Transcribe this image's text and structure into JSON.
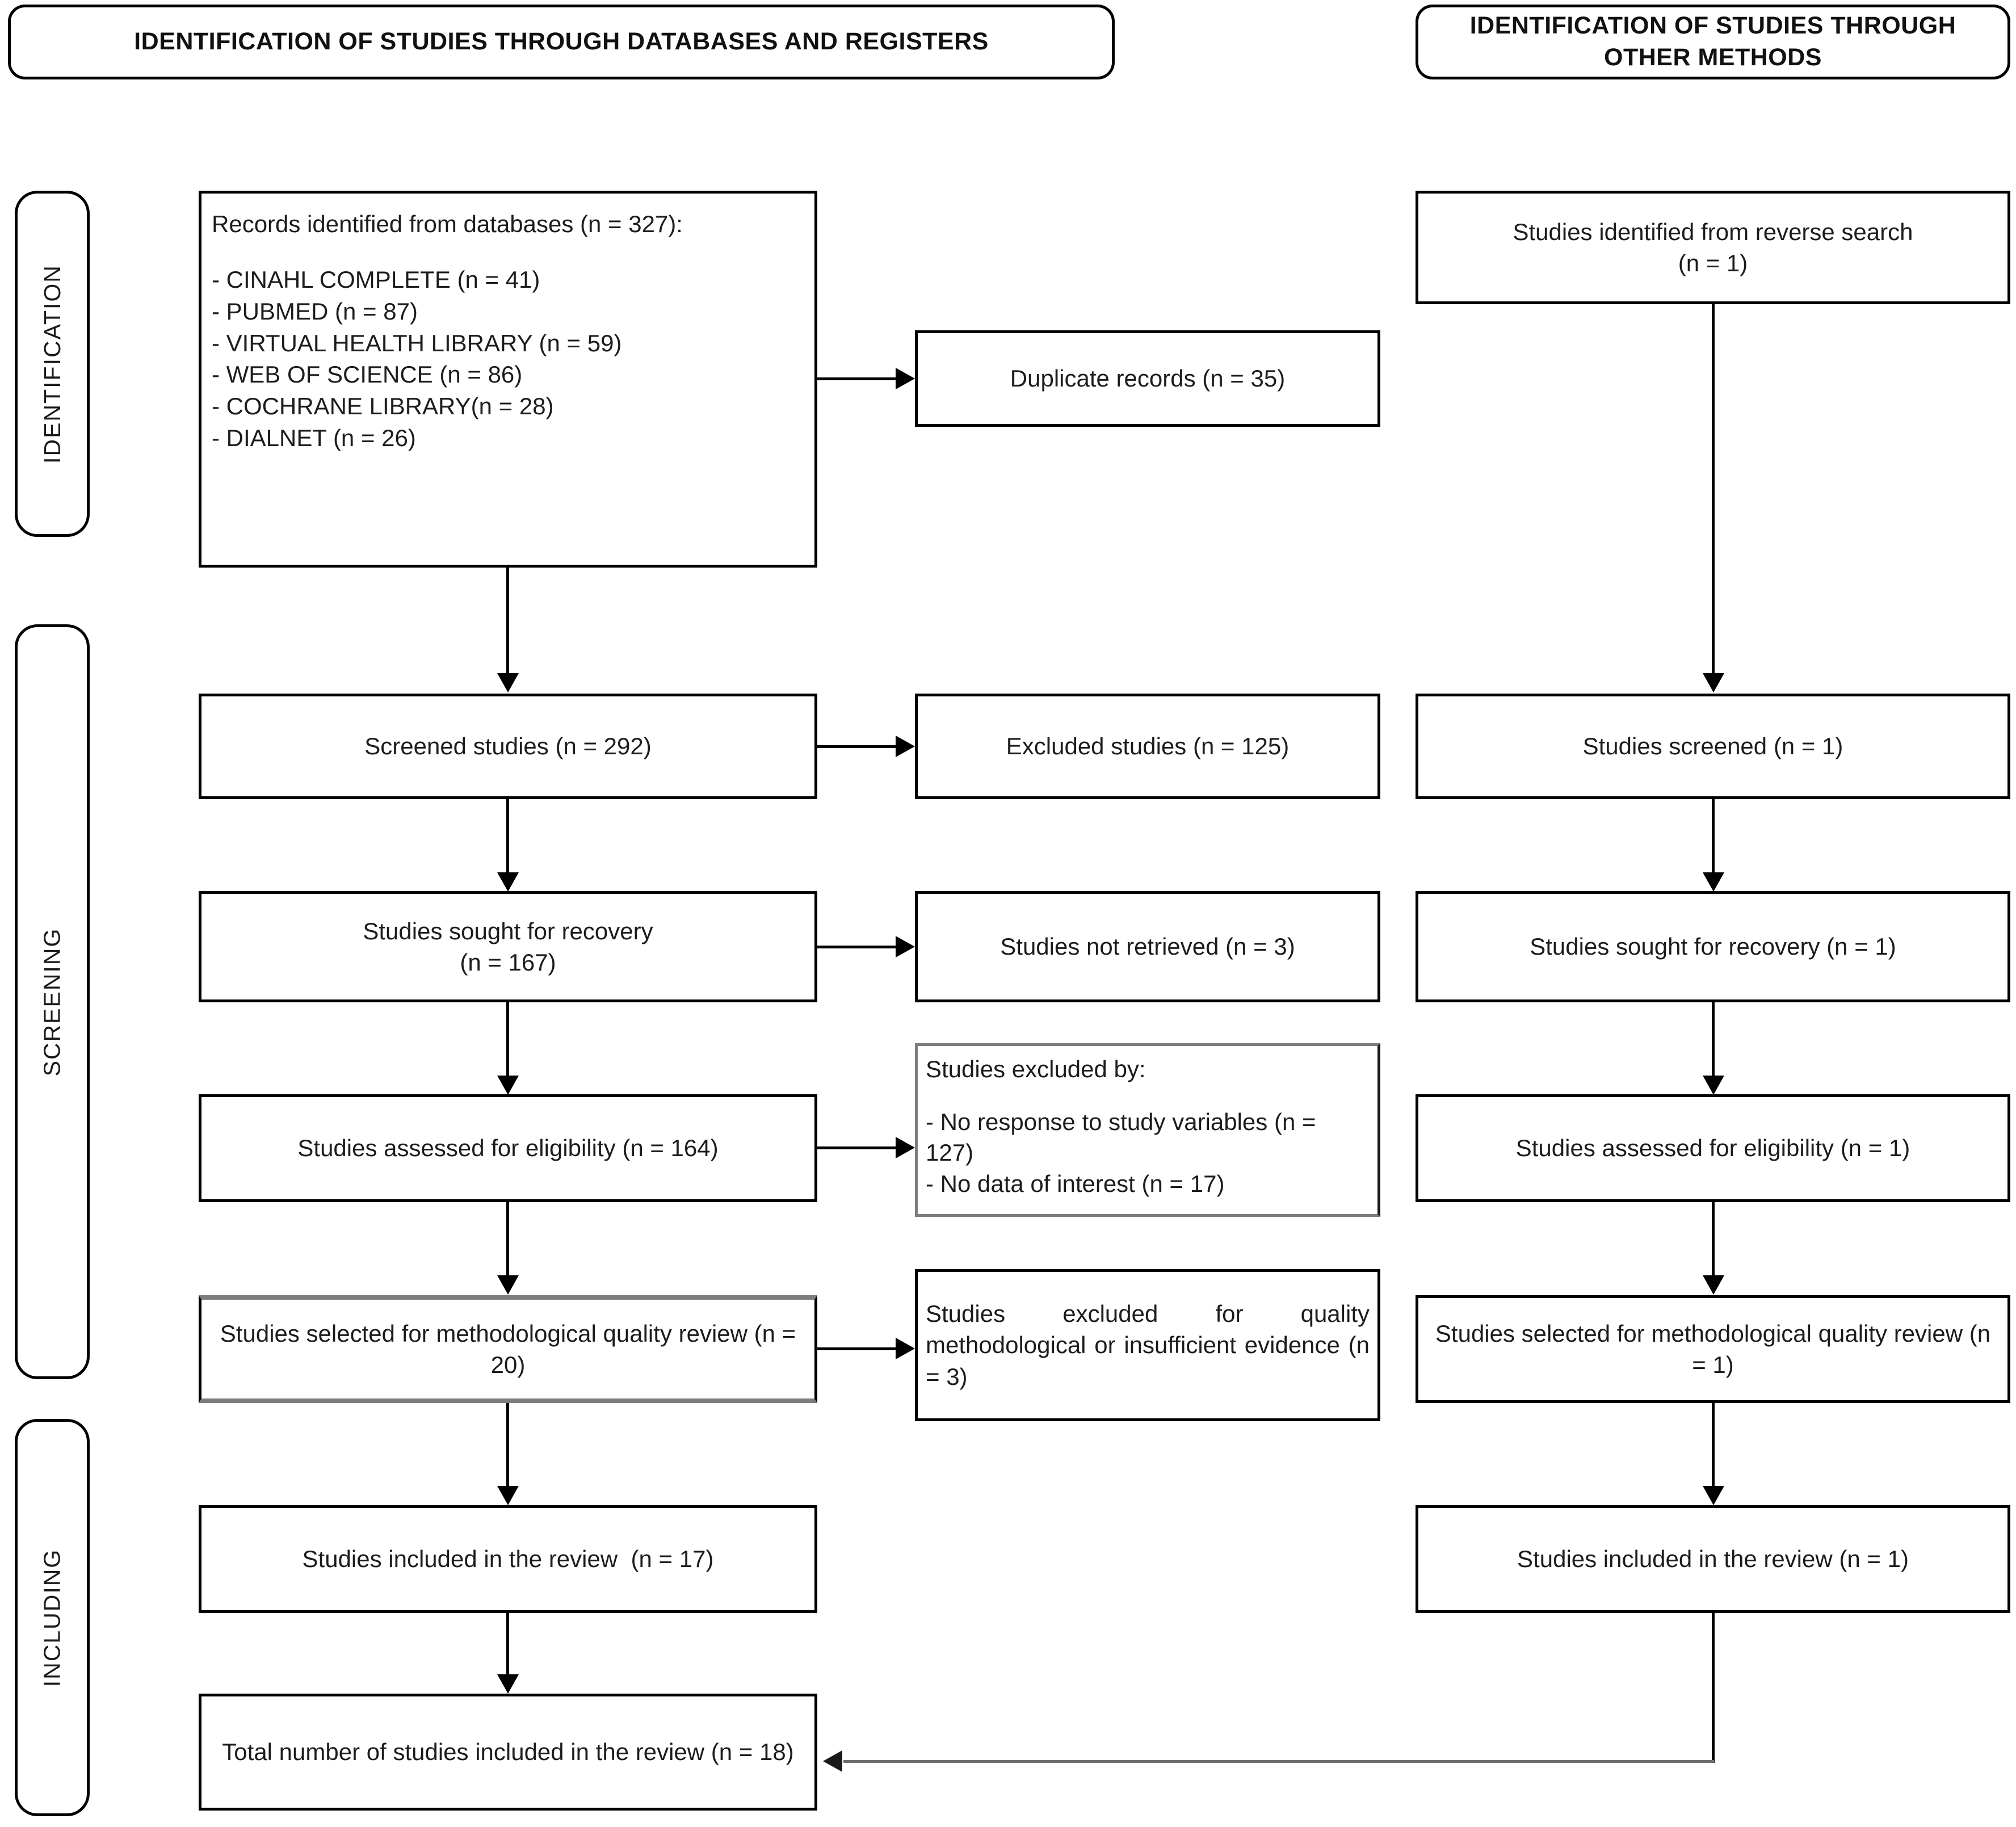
{
  "headers": {
    "left": "IDENTIFICATION OF STUDIES THROUGH DATABASES AND REGISTERS",
    "right": "IDENTIFICATION OF STUDIES THROUGH OTHER METHODS"
  },
  "phases": [
    {
      "label": "IDENTIFICATION"
    },
    {
      "label": "SCREENING"
    },
    {
      "label": "INCLUDING"
    }
  ],
  "database_column": {
    "records_identified": {
      "lead": "Records identified from databases (n = 327):",
      "sources": [
        "- CINAHL COMPLETE (n = 41)",
        "- PUBMED (n = 87)",
        "- VIRTUAL HEALTH LIBRARY (n = 59)",
        "- WEB OF SCIENCE (n = 86)",
        "- COCHRANE LIBRARY(n = 28)",
        "- DIALNET (n = 26)"
      ]
    },
    "screened": "Screened studies (n = 292)",
    "sought": "Studies sought for recovery\n(n = 167)",
    "eligibility": "Studies assessed for eligibility (n = 164)",
    "quality_selected": "Studies selected for methodological quality review (n = 20)",
    "included": "Studies included in the review  (n = 17)",
    "total": "Total number of studies included in the review (n = 18)"
  },
  "exclusion_column": {
    "duplicates": "Duplicate records (n = 35)",
    "excluded_screening": "Excluded studies (n = 125)",
    "not_retrieved": "Studies not retrieved (n = 3)",
    "excluded_by": {
      "lead": "Studies excluded by:",
      "reasons": [
        "- No response to study variables (n = 127)",
        "- No data of interest (n = 17)"
      ]
    },
    "excluded_quality": "Studies excluded for quality methodological or insufficient evidence (n = 3)"
  },
  "other_methods_column": {
    "identified": "Studies identified from reverse search\n(n = 1)",
    "screened": "Studies screened (n = 1)",
    "sought": "Studies sought for recovery (n = 1)",
    "eligibility": "Studies assessed for eligibility (n = 1)",
    "quality_selected": "Studies selected for methodological quality review (n = 1)",
    "included": "Studies included in the review (n = 1)"
  },
  "colors": {
    "line": "#000000",
    "gray_line": "#6f6f6f",
    "gray_border": "#7d7d7d",
    "text": "#1c1c1c",
    "background": "#ffffff"
  }
}
